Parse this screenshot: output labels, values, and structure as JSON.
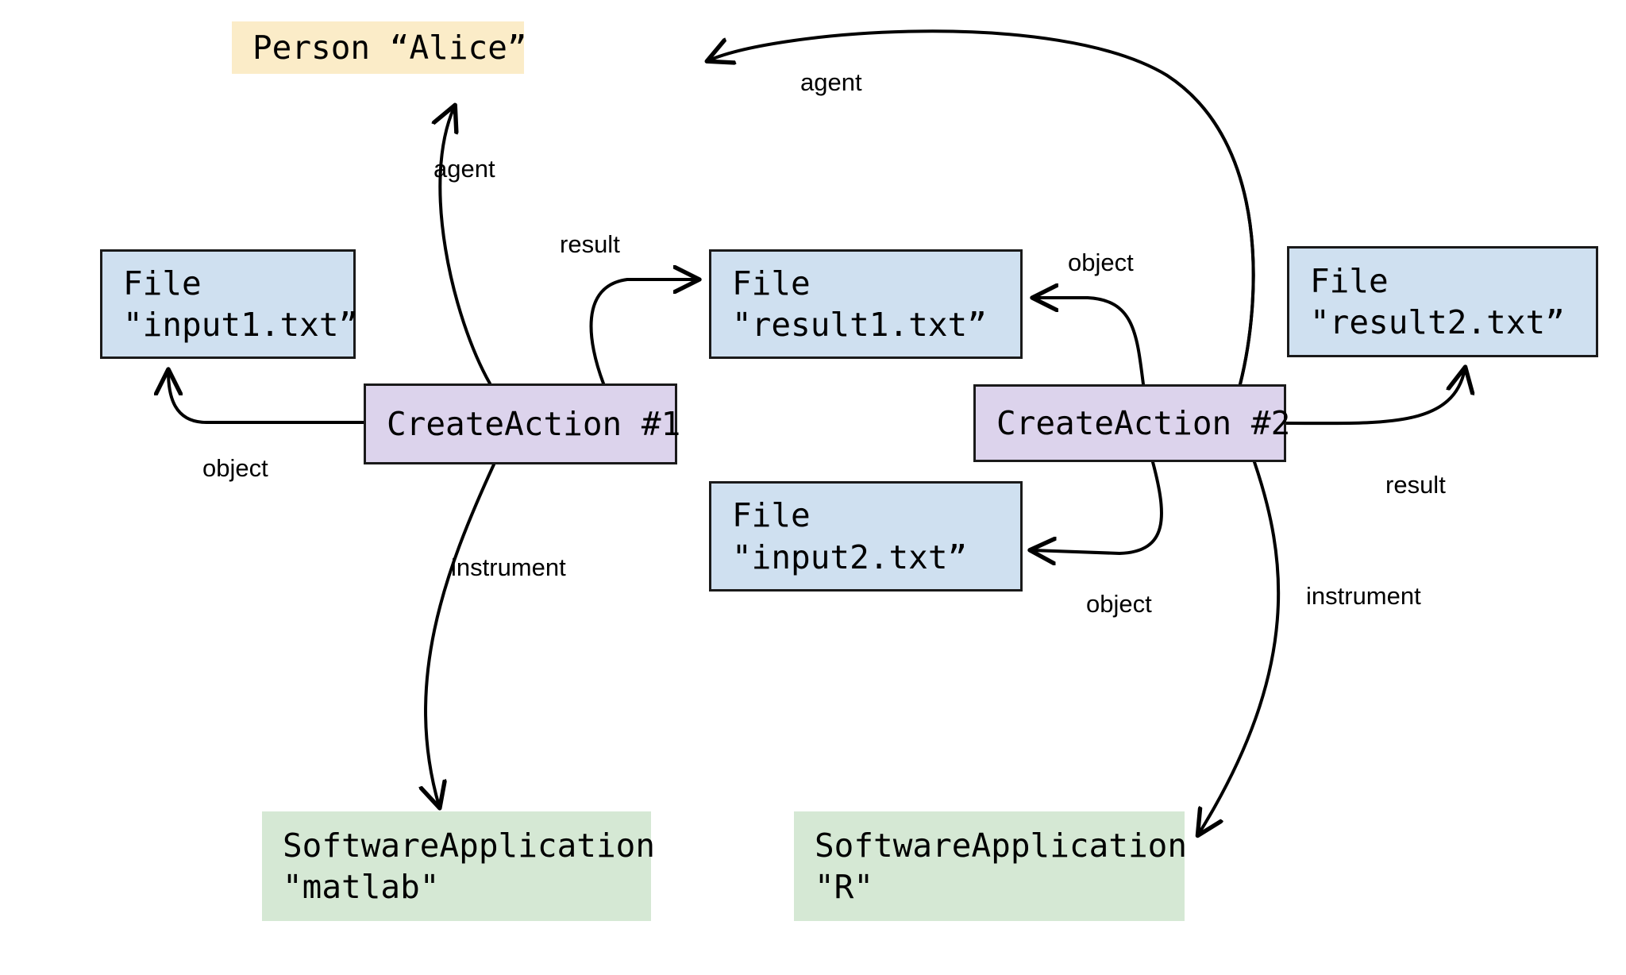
{
  "diagram": {
    "title": "Provenance graph of two CreateAction activities",
    "background": "#ffffff",
    "colors": {
      "entity_fill": "#cfe0f0",
      "activity_fill": "#dcd3ec",
      "agent_fill": "#fbecc8",
      "software_fill": "#d5e8d4",
      "stroke": "#1a1a1a",
      "edge_stroke": "#000000",
      "text": "#000000"
    }
  },
  "nodes": [
    {
      "id": "person-alice",
      "type": "agent",
      "line1": "Person “Alice”",
      "line2": ""
    },
    {
      "id": "file-input1",
      "type": "entity",
      "line1": "File",
      "line2": "\"input1.txt”"
    },
    {
      "id": "file-result1",
      "type": "entity",
      "line1": "File",
      "line2": "\"result1.txt”"
    },
    {
      "id": "file-result2",
      "type": "entity",
      "line1": "File",
      "line2": "\"result2.txt”"
    },
    {
      "id": "file-input2",
      "type": "entity",
      "line1": "File",
      "line2": "\"input2.txt”"
    },
    {
      "id": "createaction-1",
      "type": "activity",
      "line1": "CreateAction #1",
      "line2": ""
    },
    {
      "id": "createaction-2",
      "type": "activity",
      "line1": "CreateAction #2",
      "line2": ""
    },
    {
      "id": "software-matlab",
      "type": "software",
      "line1": "SoftwareApplication",
      "line2": "\"matlab\""
    },
    {
      "id": "software-r",
      "type": "software",
      "line1": "SoftwareApplication",
      "line2": "\"R\""
    }
  ],
  "edges": [
    {
      "id": "edge-ca1-agent",
      "label": "agent",
      "from": "createaction-1",
      "to": "person-alice"
    },
    {
      "id": "edge-ca2-agent",
      "label": "agent",
      "from": "createaction-2",
      "to": "person-alice"
    },
    {
      "id": "edge-ca1-result",
      "label": "result",
      "from": "createaction-1",
      "to": "file-result1"
    },
    {
      "id": "edge-ca1-object",
      "label": "object",
      "from": "createaction-1",
      "to": "file-input1"
    },
    {
      "id": "edge-ca1-instrument",
      "label": "instrument",
      "from": "createaction-1",
      "to": "software-matlab"
    },
    {
      "id": "edge-ca2-object-result1",
      "label": "object",
      "from": "createaction-2",
      "to": "file-result1"
    },
    {
      "id": "edge-ca2-object-input2",
      "label": "object",
      "from": "createaction-2",
      "to": "file-input2"
    },
    {
      "id": "edge-ca2-result",
      "label": "result",
      "from": "createaction-2",
      "to": "file-result2"
    },
    {
      "id": "edge-ca2-instrument",
      "label": "instrument",
      "from": "createaction-2",
      "to": "software-r"
    }
  ]
}
